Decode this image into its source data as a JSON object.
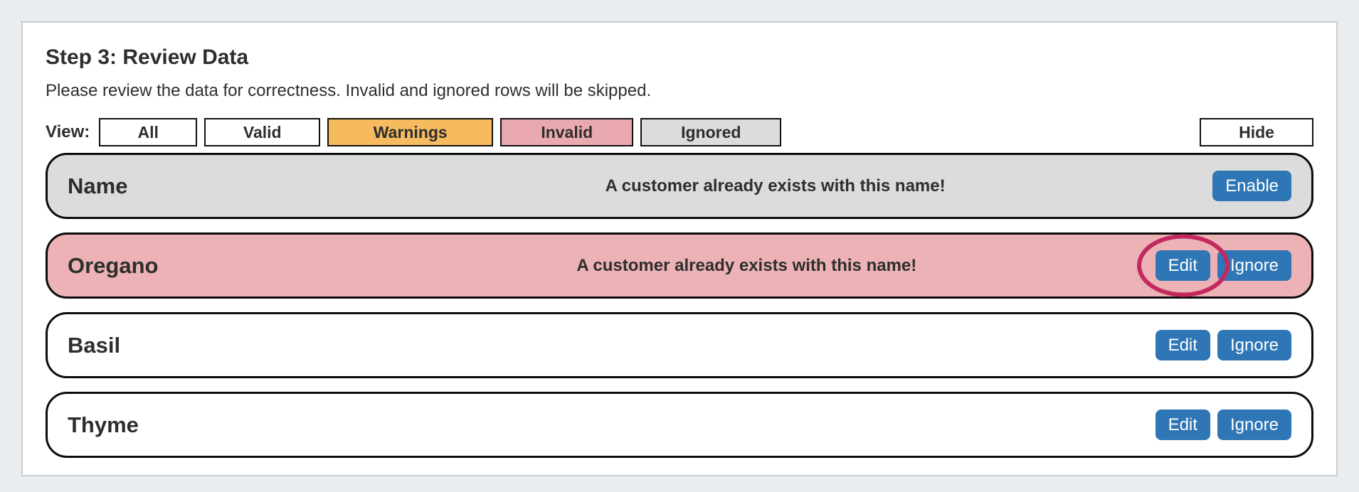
{
  "page": {
    "title": "Step 3: Review Data",
    "subtitle": "Please review the data for correctness. Invalid and ignored rows will be skipped."
  },
  "filterbar": {
    "label": "View:",
    "buttons": [
      {
        "label": "All",
        "type": "all"
      },
      {
        "label": "Valid",
        "type": "valid"
      },
      {
        "label": "Warnings",
        "type": "warnings"
      },
      {
        "label": "Invalid",
        "type": "invalid"
      },
      {
        "label": "Ignored",
        "type": "ignored"
      }
    ],
    "hide_label": "Hide"
  },
  "rows": [
    {
      "name": "Name",
      "status": "ignored",
      "message": "A customer already exists with this name!",
      "actions": [
        "Enable"
      ]
    },
    {
      "name": "Oregano",
      "status": "invalid",
      "message": "A customer already exists with this name!",
      "actions": [
        "Edit",
        "Ignore"
      ]
    },
    {
      "name": "Basil",
      "status": "valid",
      "message": "",
      "actions": [
        "Edit",
        "Ignore"
      ]
    },
    {
      "name": "Thyme",
      "status": "valid",
      "message": "",
      "actions": [
        "Edit",
        "Ignore"
      ]
    }
  ],
  "annotation": {
    "type": "ellipse-highlight",
    "target": "oregano-edit-button",
    "color": "#c22a5f"
  },
  "colors": {
    "page_background": "#e9edf0",
    "card_background": "#ffffff",
    "primary_button": "#2e76b5",
    "warnings_filter": "#f6ba5f",
    "invalid_filter": "#eaa9ae",
    "ignored_filter": "#dcdcdc",
    "invalid_row": "#ecb2b5",
    "ignored_row": "#dcdcdc",
    "annotation_circle": "#c22a5f"
  }
}
